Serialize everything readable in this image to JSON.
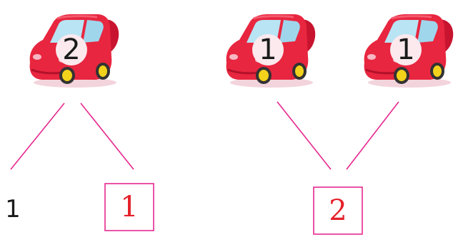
{
  "diagram": {
    "left_car": {
      "label": "2"
    },
    "right_cars": [
      {
        "label": "1"
      },
      {
        "label": "1"
      }
    ],
    "left_parts": {
      "given": "1",
      "answer": "1"
    },
    "right_total": {
      "answer": "2"
    }
  },
  "colors": {
    "car_body": "#e8263f",
    "car_dark": "#b3112a",
    "window": "#b8e4f4",
    "wheel": "#f2d21b",
    "line": "#e6288f",
    "answer_text": "#e5202a",
    "label_circle": "#fbe9ee"
  },
  "icons": {
    "car": "car-icon"
  }
}
